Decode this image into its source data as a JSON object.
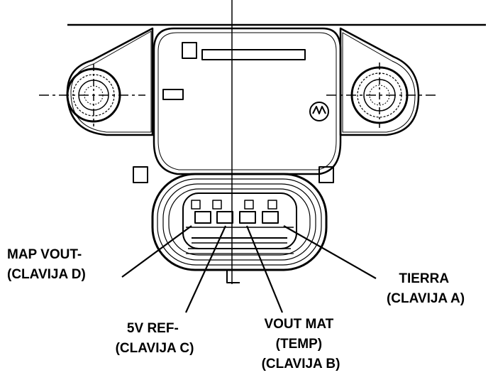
{
  "labels": {
    "map_vout": [
      "MAP VOUT-",
      "(CLAVIJA D)"
    ],
    "ref_5v": [
      "5V REF-",
      "(CLAVIJA C)"
    ],
    "vout_mat": [
      "VOUT MAT",
      "(TEMP)",
      "(CLAVIJA B)"
    ],
    "tierra": [
      "TIERRA",
      "(CLAVIJA A)"
    ]
  },
  "colors": {
    "ink": "#000000",
    "background": "#ffffff"
  }
}
